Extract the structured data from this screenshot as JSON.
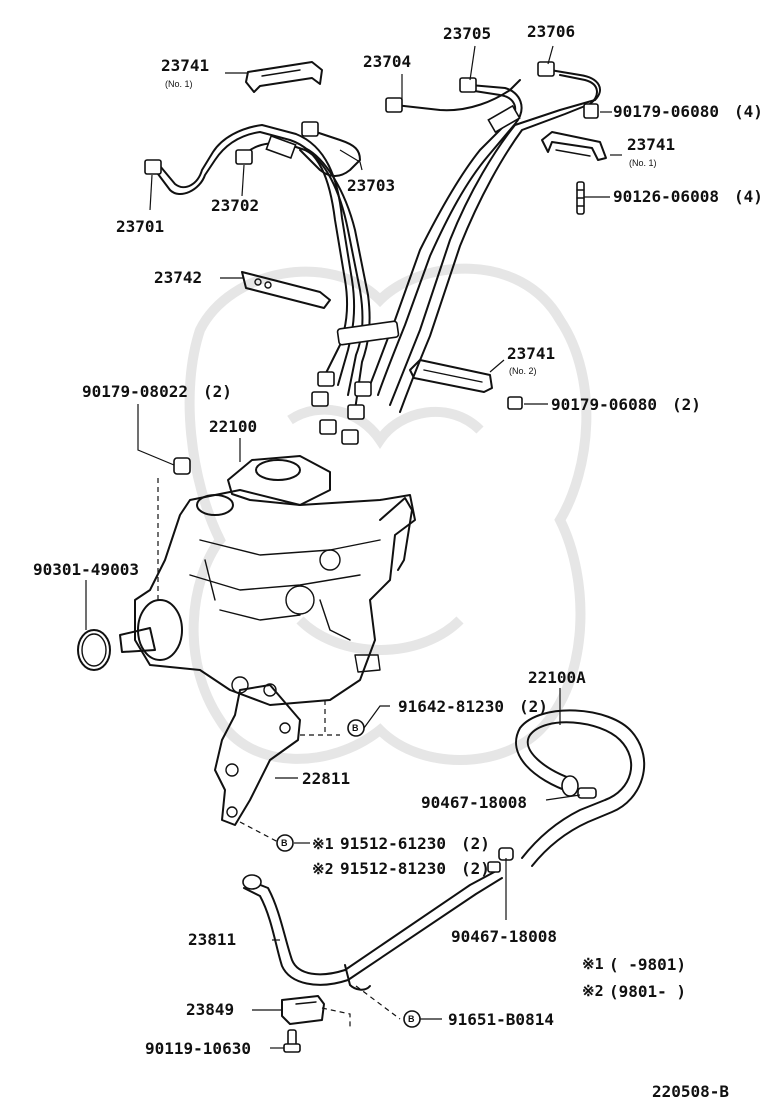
{
  "diagram_code": "220508-B",
  "parts": [
    {
      "key": "p23741a",
      "number": "23741",
      "note": "(No. 1)"
    },
    {
      "key": "p23704",
      "number": "23704",
      "note": ""
    },
    {
      "key": "p23705",
      "number": "23705",
      "note": ""
    },
    {
      "key": "p23706",
      "number": "23706",
      "note": ""
    },
    {
      "key": "p90179_06080a",
      "number": "90179-06080",
      "note": "(4)"
    },
    {
      "key": "p23741b",
      "number": "23741",
      "note": "(No. 1)"
    },
    {
      "key": "p90126",
      "number": "90126-06008",
      "note": "(4)"
    },
    {
      "key": "p23701",
      "number": "23701",
      "note": ""
    },
    {
      "key": "p23702",
      "number": "23702",
      "note": ""
    },
    {
      "key": "p23703",
      "number": "23703",
      "note": ""
    },
    {
      "key": "p23742",
      "number": "23742",
      "note": ""
    },
    {
      "key": "p23741c",
      "number": "23741",
      "note": "(No. 2)"
    },
    {
      "key": "p90179_06080b",
      "number": "90179-06080",
      "note": "(2)"
    },
    {
      "key": "p90179_08022",
      "number": "90179-08022",
      "note": "(2)"
    },
    {
      "key": "p22100",
      "number": "22100",
      "note": ""
    },
    {
      "key": "p90301",
      "number": "90301-49003",
      "note": ""
    },
    {
      "key": "p22100A",
      "number": "22100A",
      "note": ""
    },
    {
      "key": "p91642",
      "number": "91642-81230",
      "note": "(2)"
    },
    {
      "key": "p22811",
      "number": "22811",
      "note": ""
    },
    {
      "key": "p90467a",
      "number": "90467-18008",
      "note": ""
    },
    {
      "key": "p91512a",
      "number": "91512-61230",
      "note": "(2)",
      "mark": "※1"
    },
    {
      "key": "p91512b",
      "number": "91512-81230",
      "note": "(2)",
      "mark": "※2"
    },
    {
      "key": "p90467b",
      "number": "90467-18008",
      "note": ""
    },
    {
      "key": "p23811",
      "number": "23811",
      "note": ""
    },
    {
      "key": "p23849",
      "number": "23849",
      "note": ""
    },
    {
      "key": "p91651",
      "number": "91651-B0814",
      "note": ""
    },
    {
      "key": "p90119",
      "number": "90119-10630",
      "note": ""
    }
  ],
  "footnotes": [
    {
      "mark": "※1",
      "text": "(      -9801)"
    },
    {
      "mark": "※2",
      "text": "(9801-      )"
    }
  ],
  "bolt_symbol": "B"
}
